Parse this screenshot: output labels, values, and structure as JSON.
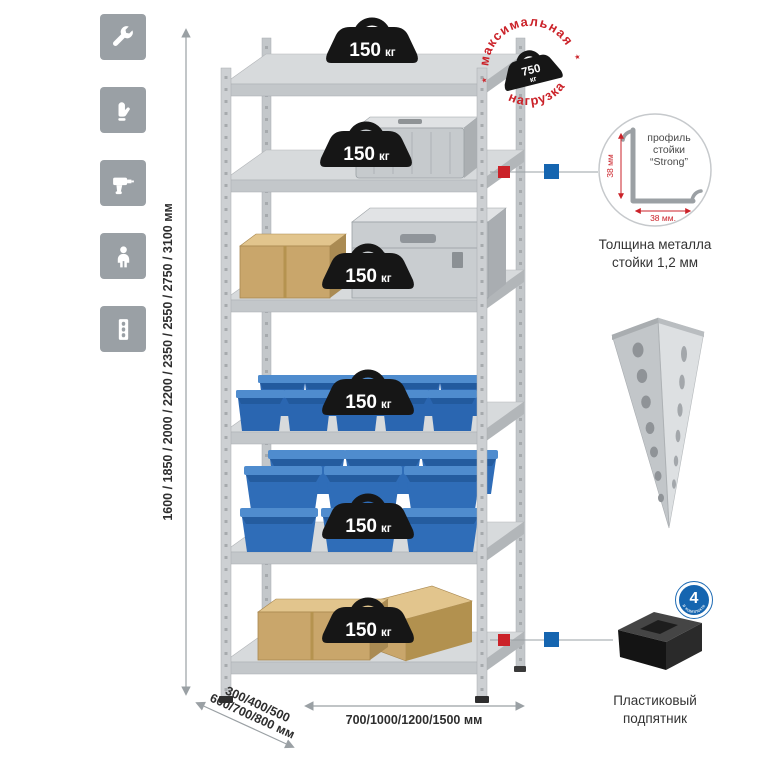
{
  "page": {
    "background": "#ffffff"
  },
  "colors": {
    "accent_red": "#cb2229",
    "accent_blue": "#1565b0",
    "metal_light": "#d7dadc",
    "metal_mid": "#c3c7ca",
    "bin_blue": "#2f6db8",
    "cardboard": "#c9a66b",
    "icon_tile_gray": "#9aa0a5",
    "weight_black": "#161616"
  },
  "sidebar": {
    "icons": [
      {
        "name": "wrench-icon"
      },
      {
        "name": "glove-icon"
      },
      {
        "name": "drill-icon"
      },
      {
        "name": "person-icon"
      },
      {
        "name": "perforated-profile-icon"
      }
    ]
  },
  "dimensions": {
    "height_label": "1600 / 1850 / 2000 / 2200 / 2350 / 2550 / 2750 / 3100 мм",
    "depth_line1": "300/400/500",
    "depth_line2": "600/700/800 мм",
    "width_label": "700/1000/1200/1500 мм"
  },
  "shelf": {
    "count": 6,
    "load_value": "150",
    "load_unit": "кг"
  },
  "stamp": {
    "arc_top": "максимальная",
    "arc_bottom": "нагрузка",
    "value": "750",
    "unit": "кг",
    "star": "★"
  },
  "profile_callout": {
    "line1": "профиль",
    "line2": "стойки",
    "line3": "“Strong”",
    "dim_vertical": "38 мм",
    "dim_horizontal": "38 мм.",
    "caption_line1": "Толщина металла",
    "caption_line2": "стойки 1,2 мм"
  },
  "foot_callout": {
    "badge_value": "4",
    "badge_text": "в комплекте",
    "caption_line1": "Пластиковый",
    "caption_line2": "подпятник"
  }
}
